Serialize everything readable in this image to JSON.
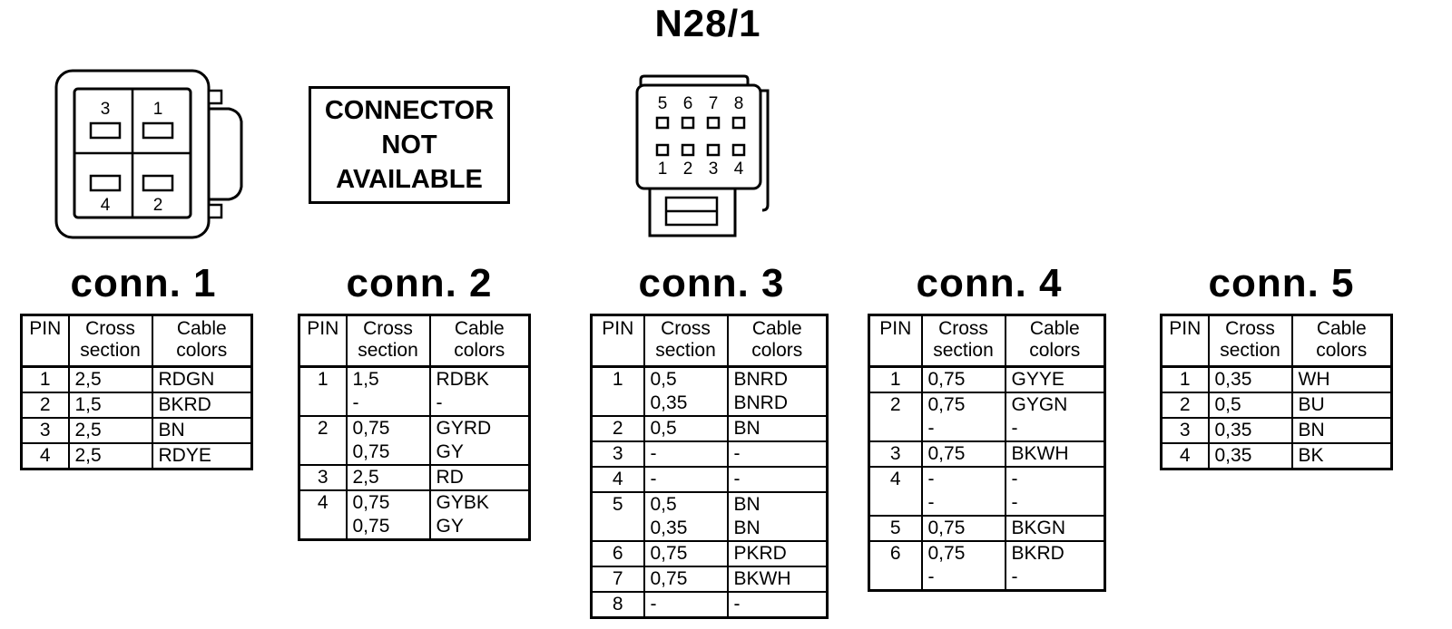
{
  "title": "N28/1",
  "drawing1": {
    "pins": [
      "3",
      "1",
      "4",
      "2"
    ]
  },
  "not_available": {
    "line1": "CONNECTOR",
    "line2": "NOT",
    "line3": "AVAILABLE"
  },
  "drawing3": {
    "top_pins": [
      "5",
      "6",
      "7",
      "8"
    ],
    "bottom_pins": [
      "1",
      "2",
      "3",
      "4"
    ]
  },
  "headers": {
    "pin": "PIN",
    "cross_line1": "Cross",
    "cross_line2": "section",
    "cable_line1": "Cable",
    "cable_line2": "colors"
  },
  "connectors": [
    {
      "title": "conn. 1",
      "rows": [
        {
          "pin": "1",
          "cross": [
            "2,5"
          ],
          "colors": [
            "RDGN"
          ]
        },
        {
          "pin": "2",
          "cross": [
            "1,5"
          ],
          "colors": [
            "BKRD"
          ]
        },
        {
          "pin": "3",
          "cross": [
            "2,5"
          ],
          "colors": [
            "BN"
          ]
        },
        {
          "pin": "4",
          "cross": [
            "2,5"
          ],
          "colors": [
            "RDYE"
          ]
        }
      ]
    },
    {
      "title": "conn. 2",
      "rows": [
        {
          "pin": "1",
          "cross": [
            "1,5",
            "-"
          ],
          "colors": [
            "RDBK",
            "-"
          ]
        },
        {
          "pin": "2",
          "cross": [
            "0,75",
            "0,75"
          ],
          "colors": [
            "GYRD",
            "GY"
          ]
        },
        {
          "pin": "3",
          "cross": [
            "2,5"
          ],
          "colors": [
            "RD"
          ]
        },
        {
          "pin": "4",
          "cross": [
            "0,75",
            "0,75"
          ],
          "colors": [
            "GYBK",
            "GY"
          ]
        }
      ]
    },
    {
      "title": "conn. 3",
      "rows": [
        {
          "pin": "1",
          "cross": [
            "0,5",
            "0,35"
          ],
          "colors": [
            "BNRD",
            "BNRD"
          ]
        },
        {
          "pin": "2",
          "cross": [
            "0,5"
          ],
          "colors": [
            "BN"
          ]
        },
        {
          "pin": "3",
          "cross": [
            "-"
          ],
          "colors": [
            "-"
          ]
        },
        {
          "pin": "4",
          "cross": [
            "-"
          ],
          "colors": [
            "-"
          ]
        },
        {
          "pin": "5",
          "cross": [
            "0,5",
            "0,35"
          ],
          "colors": [
            "BN",
            "BN"
          ]
        },
        {
          "pin": "6",
          "cross": [
            "0,75"
          ],
          "colors": [
            "PKRD"
          ]
        },
        {
          "pin": "7",
          "cross": [
            "0,75"
          ],
          "colors": [
            "BKWH"
          ]
        },
        {
          "pin": "8",
          "cross": [
            "-"
          ],
          "colors": [
            "-"
          ]
        }
      ]
    },
    {
      "title": "conn. 4",
      "rows": [
        {
          "pin": "1",
          "cross": [
            "0,75"
          ],
          "colors": [
            "GYYE"
          ]
        },
        {
          "pin": "2",
          "cross": [
            "0,75",
            "-"
          ],
          "colors": [
            "GYGN",
            "-"
          ]
        },
        {
          "pin": "3",
          "cross": [
            "0,75"
          ],
          "colors": [
            "BKWH"
          ]
        },
        {
          "pin": "4",
          "cross": [
            "-",
            "-"
          ],
          "colors": [
            "-",
            "-"
          ]
        },
        {
          "pin": "5",
          "cross": [
            "0,75"
          ],
          "colors": [
            "BKGN"
          ]
        },
        {
          "pin": "6",
          "cross": [
            "0,75",
            "-"
          ],
          "colors": [
            "BKRD",
            "-"
          ]
        }
      ]
    },
    {
      "title": "conn. 5",
      "rows": [
        {
          "pin": "1",
          "cross": [
            "0,35"
          ],
          "colors": [
            "WH"
          ]
        },
        {
          "pin": "2",
          "cross": [
            "0,5"
          ],
          "colors": [
            "BU"
          ]
        },
        {
          "pin": "3",
          "cross": [
            "0,35"
          ],
          "colors": [
            "BN"
          ]
        },
        {
          "pin": "4",
          "cross": [
            "0,35"
          ],
          "colors": [
            "BK"
          ]
        }
      ]
    }
  ]
}
